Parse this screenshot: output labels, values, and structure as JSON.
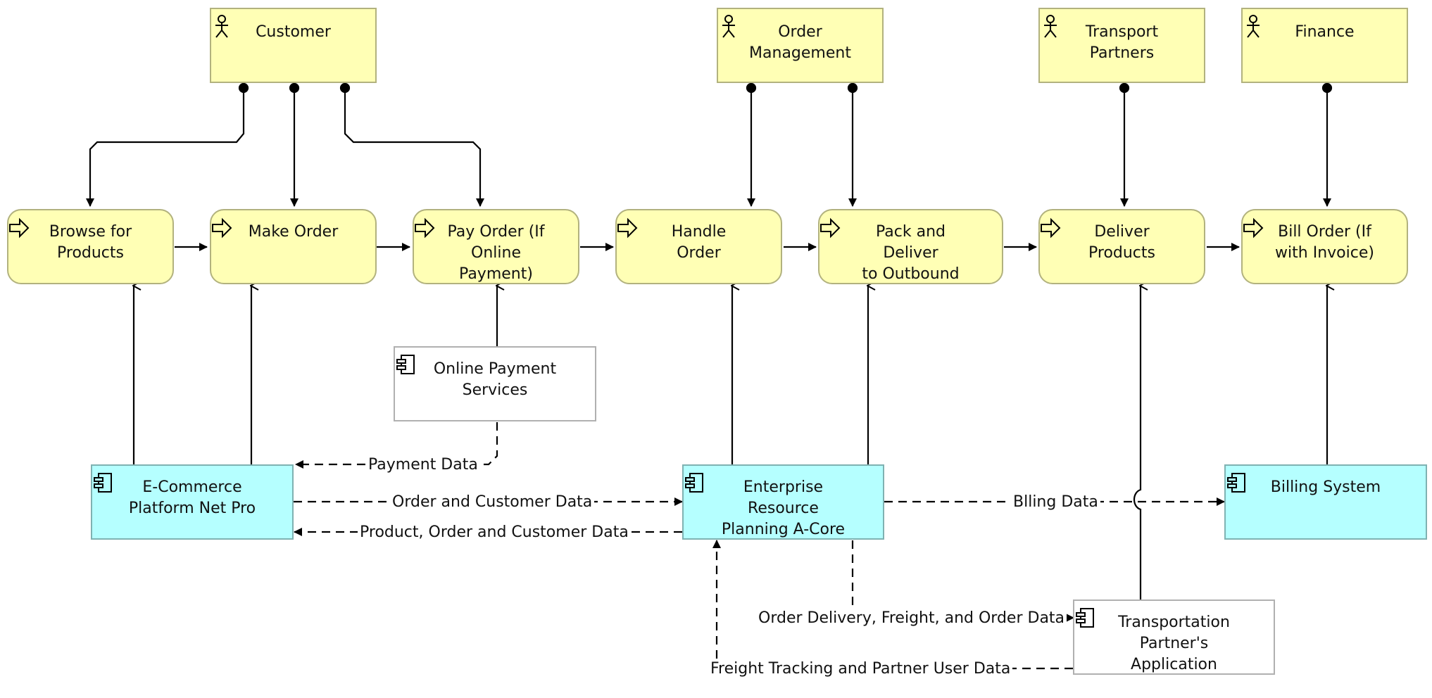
{
  "actors": [
    {
      "id": "customer",
      "label": "Customer"
    },
    {
      "id": "order_mgmt",
      "label": "Order\nManagement"
    },
    {
      "id": "transport_partners",
      "label": "Transport\nPartners"
    },
    {
      "id": "finance",
      "label": "Finance"
    }
  ],
  "processes": [
    {
      "id": "browse",
      "label": "Browse for\nProducts"
    },
    {
      "id": "make_order",
      "label": "Make Order"
    },
    {
      "id": "pay_order",
      "label": "Pay Order (If\nOnline\nPayment)"
    },
    {
      "id": "handle_order",
      "label": "Handle Order"
    },
    {
      "id": "pack_deliver",
      "label": "Pack and Deliver\nto Outbound"
    },
    {
      "id": "deliver_products",
      "label": "Deliver\nProducts"
    },
    {
      "id": "bill_order",
      "label": "Bill Order (If\nwith Invoice)"
    }
  ],
  "applications": [
    {
      "id": "online_payment",
      "label": "Online Payment\nServices"
    },
    {
      "id": "ecommerce",
      "label": "E-Commerce\nPlatform Net Pro"
    },
    {
      "id": "erp",
      "label": "Enterprise Resource\nPlanning A-Core"
    },
    {
      "id": "billing",
      "label": "Billing System"
    },
    {
      "id": "transport_app",
      "label": "Transportation\nPartner's\nApplication"
    }
  ],
  "flows": [
    {
      "id": "payment_data",
      "label": "Payment Data"
    },
    {
      "id": "order_customer_data",
      "label": "Order and Customer Data"
    },
    {
      "id": "product_order_customer_data",
      "label": "Product, Order and Customer Data"
    },
    {
      "id": "billing_data",
      "label": "Blling Data"
    },
    {
      "id": "order_delivery_freight",
      "label": "Order Delivery, Freight, and Order Data"
    },
    {
      "id": "freight_tracking",
      "label": "Freight Tracking and Partner User Data"
    }
  ],
  "colors": {
    "business_fill": "#ffffb5",
    "business_border": "#b2b27e",
    "app_fill": "#b5ffff",
    "app_border": "#7fb2b2",
    "external_border": "#b0b0b0"
  }
}
